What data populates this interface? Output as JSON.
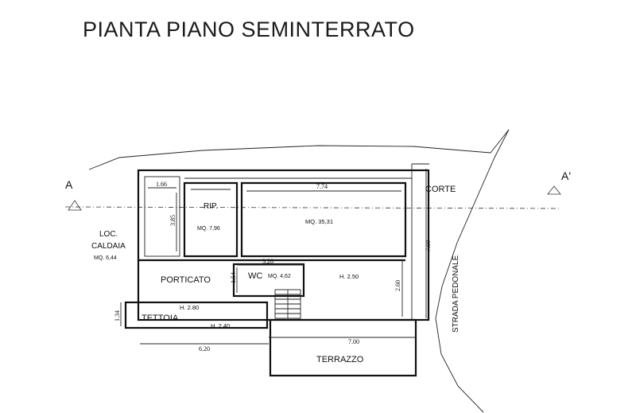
{
  "title": "PIANTA PIANO SEMINTERRATO",
  "section_markers": {
    "left": "A",
    "right": "A'"
  },
  "rooms": {
    "rip": {
      "name": "RIP.",
      "area": "MQ. 7,96"
    },
    "main": {
      "area": "MQ. 35,31"
    },
    "caldaia": {
      "name_line1": "LOC.",
      "name_line2": "CALDAIA",
      "area": "MQ. 6,44"
    },
    "porticato": {
      "name": "PORTICATO"
    },
    "wc": {
      "name": "WC",
      "area": "MQ. 4,62"
    },
    "tettoia": {
      "name": "TETTOIA"
    },
    "terrazzo": {
      "name": "TERRAZZO"
    },
    "corte": {
      "name": "CORTE"
    },
    "strada": {
      "name": "STRADA PEDONALE"
    }
  },
  "heights": {
    "main": "H. 2.50",
    "porticato": "H. 2.80",
    "tettoia": "H. 2.40"
  },
  "dimensions": {
    "d166": "1.66",
    "d774": "7.74",
    "d385": "3.85",
    "d320": "3.20",
    "d154": "1.54",
    "d260": "2.60",
    "d760": "7.60",
    "d134": "1.34",
    "d620": "6.20",
    "d700": "7.00"
  }
}
